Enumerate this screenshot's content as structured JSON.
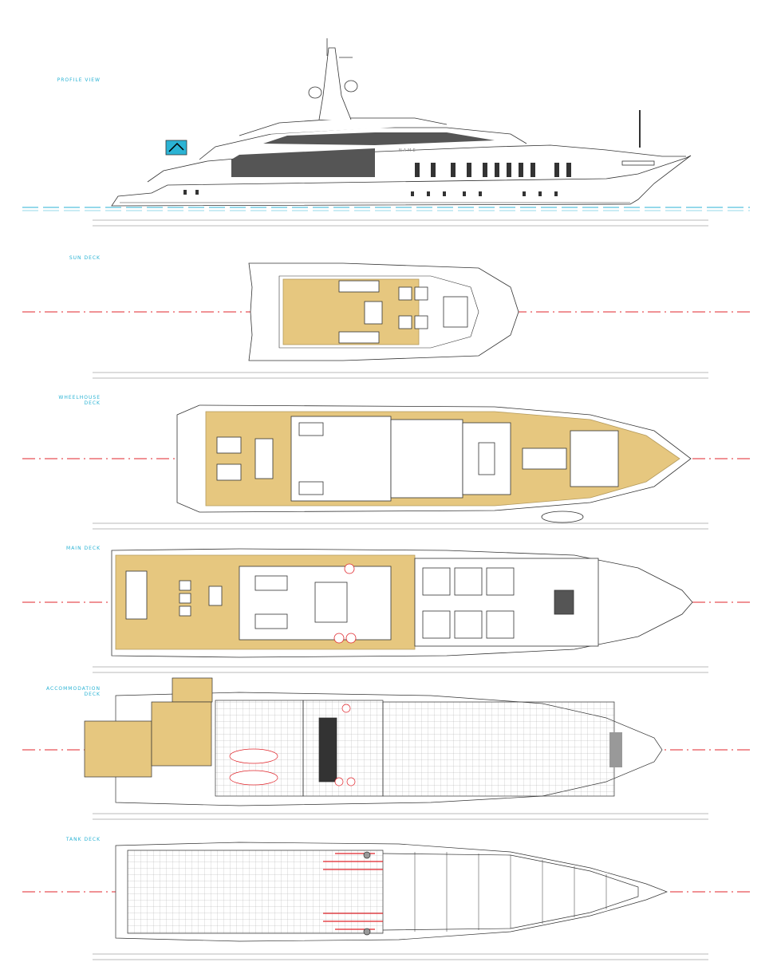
{
  "colors": {
    "label": "#2bb3d4",
    "centerline": "#e0252b",
    "deck_wood": "#e6c77f",
    "line": "#333333",
    "water": "#2bb3d4",
    "tank_highlight": "#e0252b"
  },
  "labels": {
    "profile": "PROFILE VIEW",
    "sun_deck": "SUN DECK",
    "wheelhouse_line1": "WHEELHOUSE",
    "wheelhouse_line2": "DECK",
    "main_deck": "MAIN DECK",
    "accommodation_line1": "ACCOMMODATION",
    "accommodation_line2": "DECK",
    "tank_deck": "TANK DECK"
  },
  "profile": {
    "name_plate": "NAME"
  }
}
